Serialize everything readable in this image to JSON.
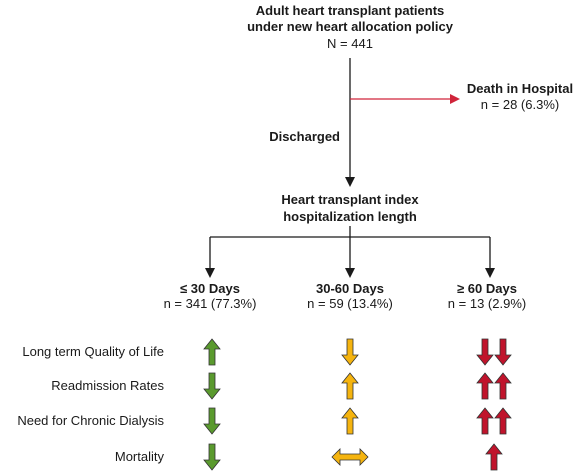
{
  "top_box": {
    "title_line1": "Adult heart transplant patients",
    "title_line2": "under new heart allocation policy",
    "count": "N = 441"
  },
  "death": {
    "title": "Death in Hospital",
    "count": "n = 28 (6.3%)"
  },
  "discharged_label": "Discharged",
  "middle_box": {
    "line1": "Heart transplant index",
    "line2": "hospitalization length"
  },
  "groups": [
    {
      "title": "≤ 30 Days",
      "count": "n = 341 (77.3%)"
    },
    {
      "title": "30-60 Days",
      "count": "n = 59 (13.4%)"
    },
    {
      "title": "≥ 60 Days",
      "count": "n = 13 (2.9%)"
    }
  ],
  "outcomes": [
    "Long term Quality of Life",
    "Readmission Rates",
    "Need for Chronic Dialysis",
    "Mortality"
  ],
  "colors": {
    "green": "#5a9a2e",
    "yellow": "#f5b40f",
    "red": "#c0142c",
    "red_line": "#d0243a",
    "black": "#1a1a1a"
  },
  "indicators": [
    [
      "up",
      "down",
      "down-double"
    ],
    [
      "down",
      "up",
      "up-double"
    ],
    [
      "down",
      "up",
      "up-double"
    ],
    [
      "down",
      "both",
      "up"
    ]
  ]
}
